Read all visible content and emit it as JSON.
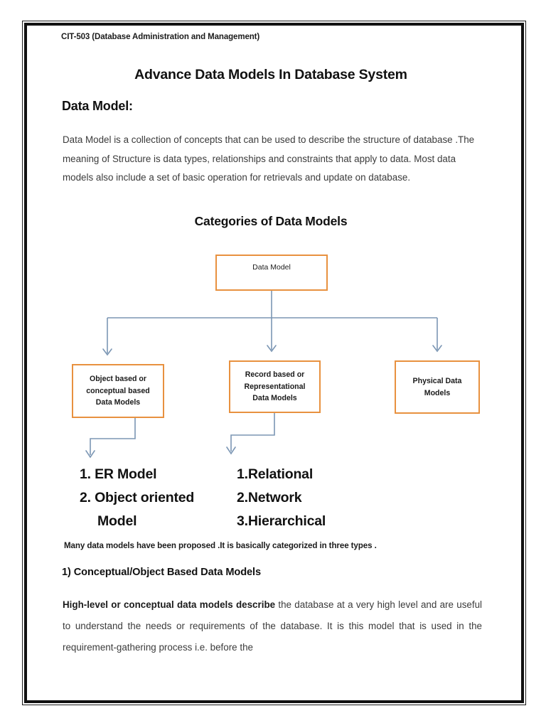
{
  "document": {
    "course_code": "CIT-503 (Database Administration and Management)",
    "title": "Advance Data Models In Database System",
    "section_data_model_heading": "Data Model:",
    "intro_paragraph": "Data Model is a collection of concepts that can be used to describe the structure of database .The meaning of Structure is data types, relationships and constraints that apply to data. Most data models also include a set of basic operation for retrievals and update on database.",
    "diagram_title": "Categories of Data Models",
    "note_line": "Many data models have been proposed .It is basically categorized in three types .",
    "section_conceptual_heading": "1) Conceptual/Object Based Data Models",
    "conceptual_paragraph_bold": "High-level or conceptual data models describe",
    "conceptual_paragraph_rest": " the database at a very high level and are useful to understand the needs or requirements of the database. It is this model that is used in the requirement-gathering process i.e. before the"
  },
  "diagram": {
    "root": {
      "label": "Data Model"
    },
    "categories": [
      {
        "id": "object-based",
        "line1": "Object based or",
        "line2": "conceptual based",
        "line3": "Data Models"
      },
      {
        "id": "record-based",
        "line1": "Record based or",
        "line2": "Representational",
        "line3": "Data Models"
      },
      {
        "id": "physical",
        "line1": "Physical Data",
        "line2": "Models",
        "line3": ""
      }
    ],
    "lists": {
      "left": [
        "1. ER Model",
        "2. Object oriented",
        "Model"
      ],
      "right": [
        "1.Relational",
        "2.Network",
        "3.Hierarchical"
      ]
    },
    "colors": {
      "box_border": "#E8913F",
      "connector": "#7B96B4"
    }
  }
}
